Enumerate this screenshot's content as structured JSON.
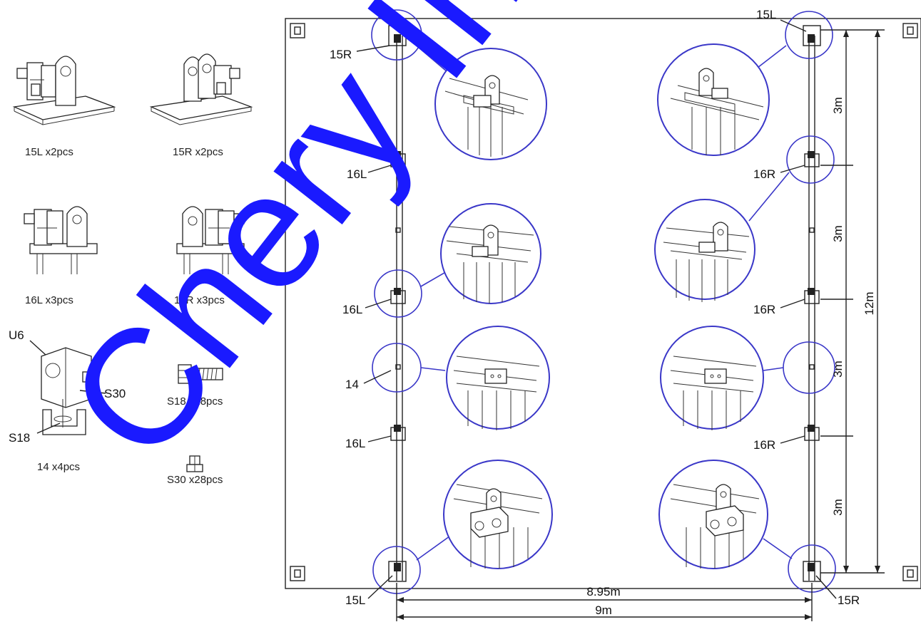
{
  "parts": {
    "p15L": "15L  x2pcs",
    "p15R": "15R  x2pcs",
    "p16L": "16L  x3pcs",
    "p16R": "16R  x3pcs",
    "p14": "14  x4pcs",
    "pS18": "S18  x28pcs",
    "pS30": "S30  x28pcs"
  },
  "callouts": {
    "u6": "U6",
    "s30": "S30",
    "s18": "S18"
  },
  "plan": {
    "tl": "15R",
    "tr": "15L",
    "bl": "15L",
    "br": "15R",
    "l1": "16L",
    "l2": "16L",
    "l3": "16L",
    "l4": "14",
    "r1": "16R",
    "r2": "16R",
    "r3": "16R"
  },
  "dimensions": {
    "seg1": "3m",
    "seg2": "3m",
    "seg3": "3m",
    "seg4": "3m",
    "total_height": "12m",
    "inner_width": "8.95m",
    "total_width": "9m"
  },
  "watermark": "Chery Indus",
  "colors": {
    "accent": "#3a37c8",
    "watermark": "#1a1aff"
  }
}
